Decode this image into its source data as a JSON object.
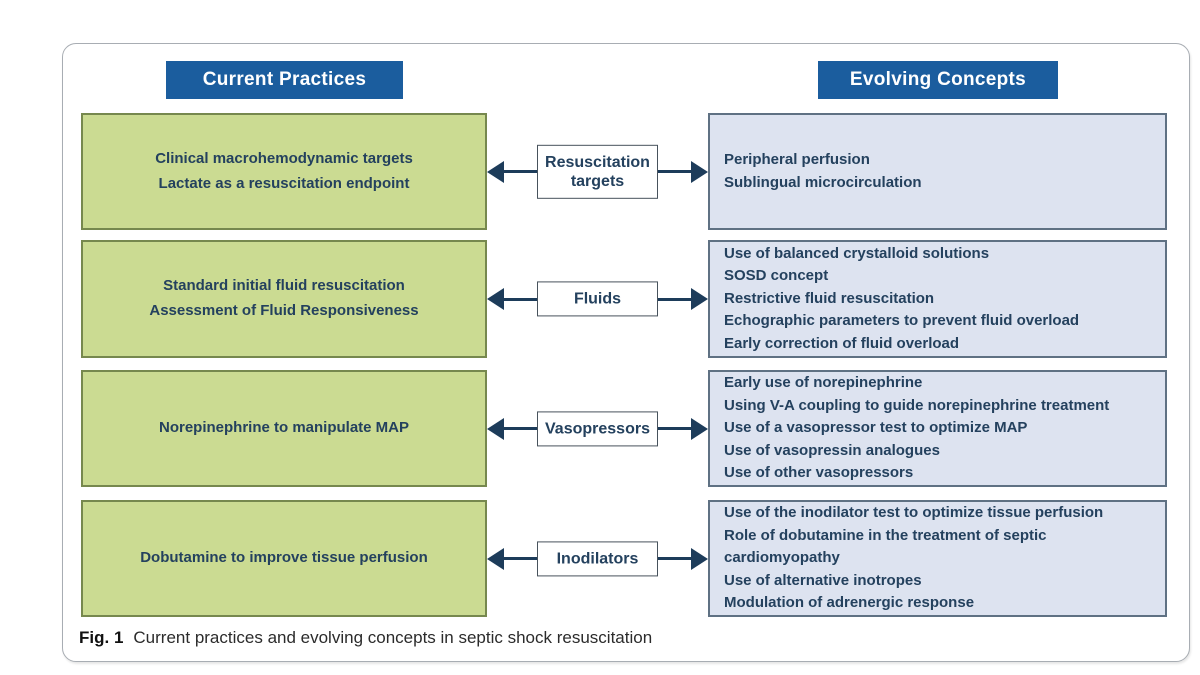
{
  "headers": {
    "left": "Current Practices",
    "right": "Evolving Concepts"
  },
  "rows": [
    {
      "current": [
        "Clinical macrohemodynamic targets",
        "Lactate as a resuscitation endpoint"
      ],
      "category": "Resuscitation targets",
      "evolving": [
        "Peripheral perfusion",
        "Sublingual microcirculation"
      ]
    },
    {
      "current": [
        "Standard initial fluid resuscitation",
        "Assessment of Fluid Responsiveness"
      ],
      "category": "Fluids",
      "evolving": [
        "Use of balanced crystalloid solutions",
        "SOSD concept",
        "Restrictive fluid resuscitation",
        "Echographic parameters to prevent fluid overload",
        "Early correction of fluid overload"
      ]
    },
    {
      "current": [
        "Norepinephrine to manipulate MAP"
      ],
      "category": "Vasopressors",
      "evolving": [
        "Early use of norepinephrine",
        "Using V-A coupling to guide norepinephrine treatment",
        "Use of a vasopressor test to optimize MAP",
        "Use of vasopressin analogues",
        "Use of other vasopressors"
      ]
    },
    {
      "current": [
        "Dobutamine to improve tissue perfusion"
      ],
      "category": "Inodilators",
      "evolving": [
        "Use of the inodilator test to optimize tissue perfusion",
        "Role of dobutamine in the treatment of septic cardiomyopathy",
        "Use of alternative inotropes",
        "Modulation of adrenergic response"
      ]
    }
  ],
  "caption": {
    "label": "Fig. 1",
    "text": "Current practices and evolving concepts in septic shock resuscitation"
  },
  "colors": {
    "header_bg": "#1b5d9e",
    "green_fill": "#cbdb92",
    "green_border": "#76884e",
    "blue_fill": "#dde3f0",
    "blue_border": "#5f7183",
    "arrow": "#1d3c5a",
    "text_navy": "#24415e"
  }
}
